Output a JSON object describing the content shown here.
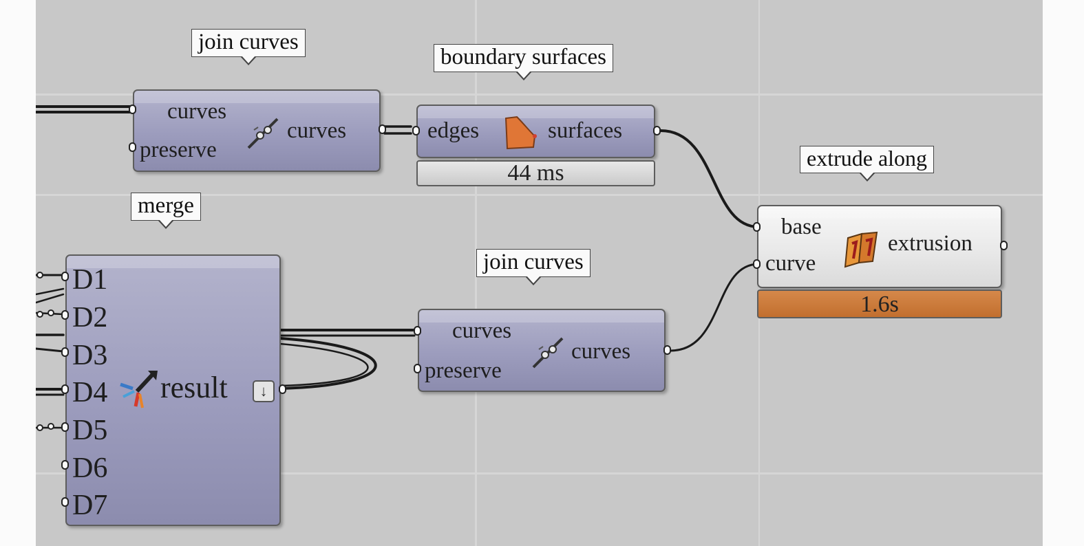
{
  "canvas": {
    "background": "#c8c8c8",
    "grid_color": "#d6d6d6"
  },
  "colors": {
    "selected_node": "#9c9cbd",
    "normal_node": "#e9e9e9",
    "timer_warning": "#c77734",
    "wire": "#1a1a1a"
  },
  "components": {
    "join_curves_top": {
      "tooltip": "join curves",
      "inputs": [
        "curves",
        "preserve"
      ],
      "output": "curves",
      "icon": "join-curves-icon"
    },
    "boundary_surfaces": {
      "tooltip": "boundary surfaces",
      "input": "edges",
      "output": "surfaces",
      "icon": "boundary-surface-icon",
      "timer": "44 ms"
    },
    "extrude_along": {
      "tooltip": "extrude along",
      "inputs": [
        "base",
        "curve"
      ],
      "output": "extrusion",
      "icon": "extrude-icon",
      "timer": "1.6s"
    },
    "merge": {
      "tooltip": "merge",
      "inputs": [
        "D1",
        "D2",
        "D3",
        "D4",
        "D5",
        "D6",
        "D7"
      ],
      "output": "result",
      "icon": "merge-icon",
      "dropdown_icon": "arrow-down-icon"
    },
    "join_curves_bottom": {
      "tooltip": "join curves",
      "inputs": [
        "curves",
        "preserve"
      ],
      "output": "curves",
      "icon": "join-curves-icon"
    }
  }
}
